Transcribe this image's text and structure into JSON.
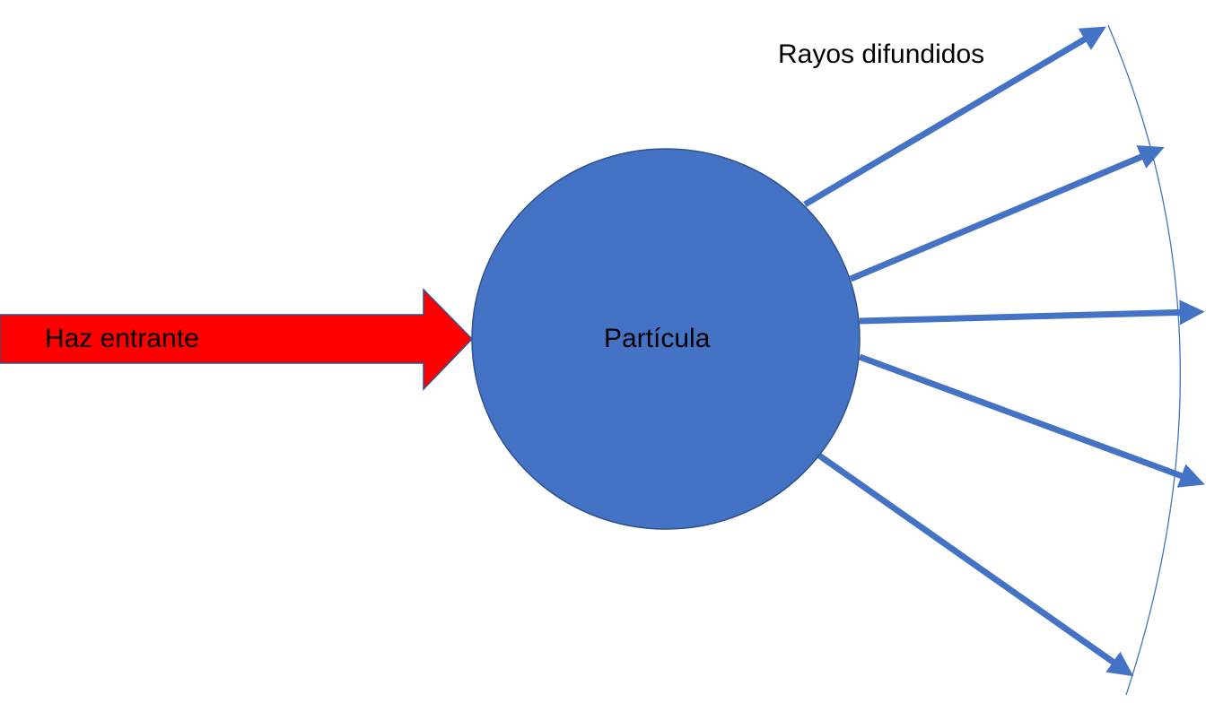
{
  "labels": {
    "incoming_beam": "Haz entrante",
    "particle": "Partícula",
    "scattered_rays": "Rayos difundidos"
  },
  "colors": {
    "beam_fill": "#ff0000",
    "particle_fill": "#4472c4",
    "particle_stroke": "#2f528f",
    "ray_color": "#4472c4"
  },
  "scattered_ray_count": 5
}
